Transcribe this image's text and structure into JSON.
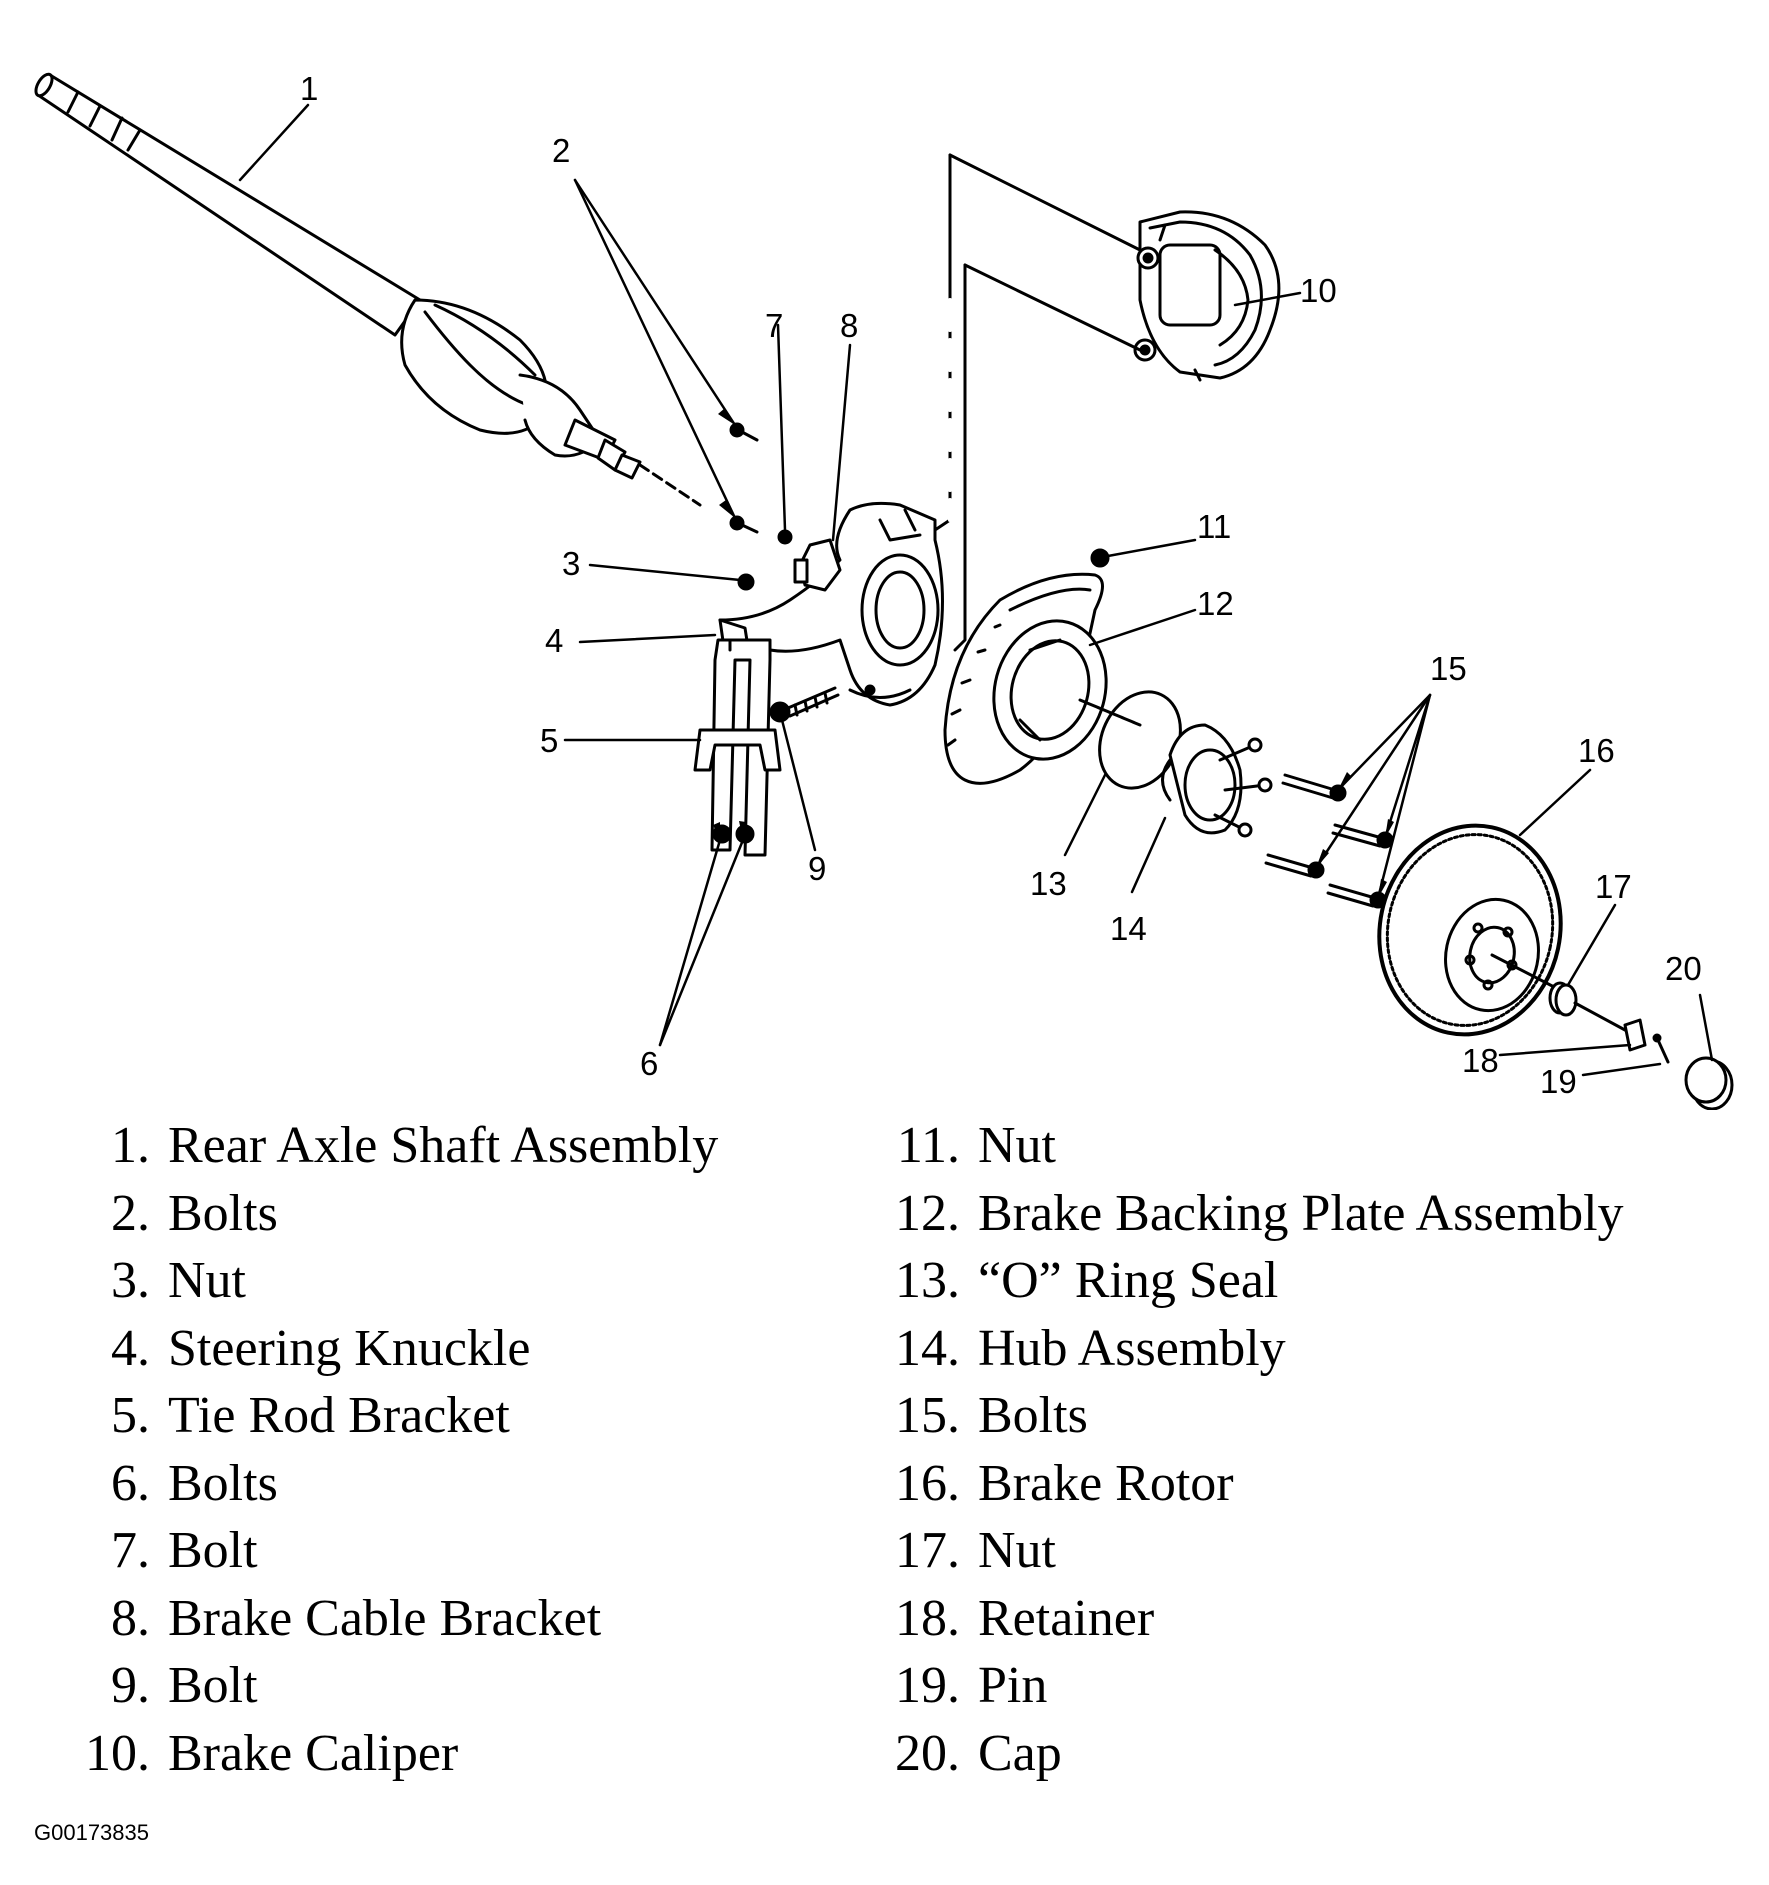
{
  "figure_id": "G00173835",
  "callouts": [
    "1",
    "2",
    "3",
    "4",
    "5",
    "6",
    "7",
    "8",
    "9",
    "10",
    "11",
    "12",
    "13",
    "14",
    "15",
    "16",
    "17",
    "18",
    "19",
    "20"
  ],
  "legend": {
    "left": [
      {
        "num": "1",
        "label": "Rear Axle Shaft Assembly"
      },
      {
        "num": "2",
        "label": "Bolts"
      },
      {
        "num": "3",
        "label": "Nut"
      },
      {
        "num": "4",
        "label": "Steering Knuckle"
      },
      {
        "num": "5",
        "label": "Tie Rod Bracket"
      },
      {
        "num": "6",
        "label": "Bolts"
      },
      {
        "num": "7",
        "label": "Bolt"
      },
      {
        "num": "8",
        "label": "Brake Cable Bracket"
      },
      {
        "num": "9",
        "label": "Bolt"
      },
      {
        "num": "10",
        "label": "Brake Caliper"
      }
    ],
    "right": [
      {
        "num": "11",
        "label": "Nut"
      },
      {
        "num": "12",
        "label": "Brake Backing Plate Assembly"
      },
      {
        "num": "13",
        "label": "“O” Ring Seal"
      },
      {
        "num": "14",
        "label": "Hub Assembly"
      },
      {
        "num": "15",
        "label": "Bolts"
      },
      {
        "num": "16",
        "label": "Brake Rotor"
      },
      {
        "num": "17",
        "label": "Nut"
      },
      {
        "num": "18",
        "label": "Retainer"
      },
      {
        "num": "19",
        "label": "Pin"
      },
      {
        "num": "20",
        "label": "Cap"
      }
    ]
  }
}
